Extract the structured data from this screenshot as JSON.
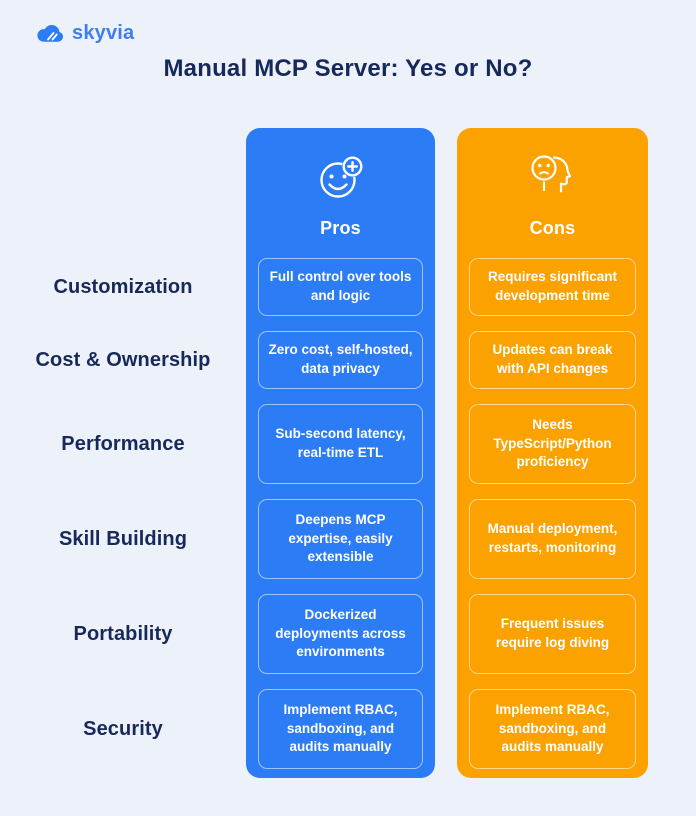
{
  "brand": {
    "name": "skyvia"
  },
  "title": "Manual MCP Server: Yes or No?",
  "columns": {
    "pros": {
      "label": "Pros",
      "icon": "smiley-plus-icon",
      "color": "#2C7CF5"
    },
    "cons": {
      "label": "Cons",
      "icon": "worried-head-icon",
      "color": "#FBA100"
    }
  },
  "rows": [
    {
      "label": "Customization",
      "pros": "Full control over tools and logic",
      "cons": "Requires significant development time"
    },
    {
      "label": "Cost & Ownership",
      "pros": "Zero cost, self-hosted, data privacy",
      "cons": "Updates can break with API changes"
    },
    {
      "label": "Performance",
      "pros": "Sub-second latency, real-time ETL",
      "cons": "Needs TypeScript/Python proficiency"
    },
    {
      "label": "Skill Building",
      "pros": "Deepens MCP expertise, easily extensible",
      "cons": "Manual deployment, restarts, monitoring"
    },
    {
      "label": "Portability",
      "pros": "Dockerized deployments across environments",
      "cons": "Frequent issues require log diving"
    },
    {
      "label": "Security",
      "pros": "Implement RBAC, sandboxing, and audits manually",
      "cons": "Implement RBAC, sandboxing, and audits manually"
    }
  ],
  "colors": {
    "background": "#EDF1F9",
    "heading_text": "#17295A",
    "cell_text": "#FFFFFF",
    "brand_text": "#3E7EF2"
  }
}
